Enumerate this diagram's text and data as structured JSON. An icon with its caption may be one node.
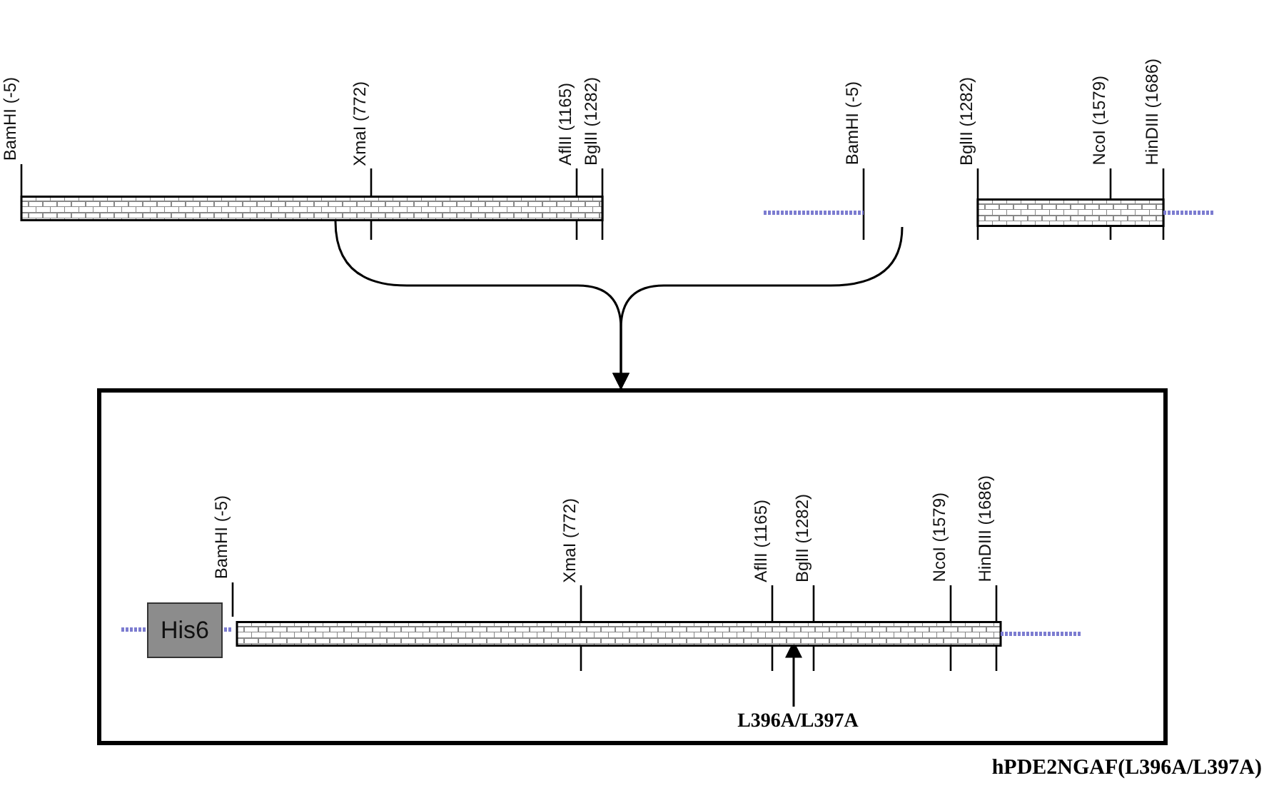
{
  "diagram": {
    "nodes": [
      {
        "text": [],
        "shape": "bar"
      },
      {
        "text": [],
        "shape": "bar"
      },
      {
        "text": [],
        "shape": "box",
        "beside": [
          "hPDE2NGAF(L396A/L397A)"
        ]
      },
      {
        "text": [
          "His6"
        ],
        "in": 2
      },
      {
        "text": [],
        "shape": "bar",
        "in": 2
      },
      {
        "text": [
          "L396A/L397A"
        ],
        "in": 2
      }
    ],
    "edges": [
      {
        "from": 0,
        "to": 2,
        "arrow": "to"
      },
      {
        "from": 1,
        "to": 2,
        "arrow": "to"
      },
      {
        "from": 5,
        "to": 4,
        "arrow": "to"
      }
    ],
    "labels": [
      "BamHI (-5)",
      "XmaI (772)",
      "AflII (1165)",
      "BglII (1282)",
      "BamHI (-5)",
      "BglII (1282)",
      "NcoI (1579)",
      "HinDIII (1686)",
      "BamHI (-5)",
      "XmaI (772)",
      "AflII (1165)",
      "BglII (1282)",
      "NcoI (1579)",
      "HinDIII (1686)"
    ]
  }
}
